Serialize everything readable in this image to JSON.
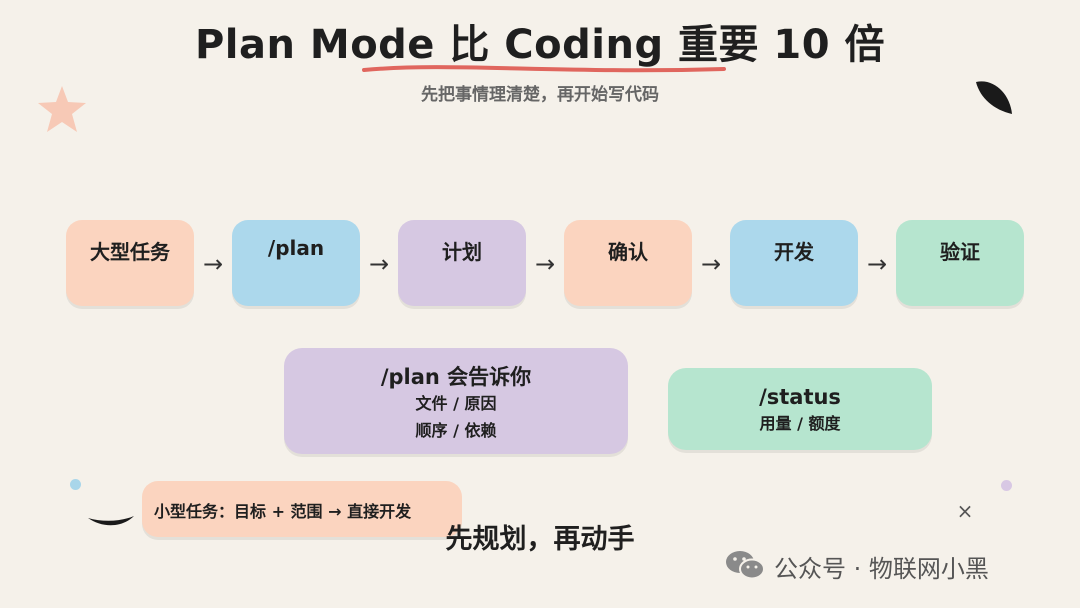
{
  "header": {
    "title": "Plan Mode 比 Coding 重要 10 倍",
    "subtitle": "先把事情理清楚，再开始写代码"
  },
  "flow": {
    "steps": [
      "大型任务",
      "/plan",
      "计划",
      "确认",
      "开发",
      "验证"
    ],
    "arrow": "→"
  },
  "plan_card": {
    "title": "/plan 会告诉你",
    "lines": [
      "文件 / 原因",
      "顺序 / 依赖"
    ]
  },
  "status_card": {
    "title": "/status",
    "line": "用量 / 额度"
  },
  "small_task": {
    "text": "小型任务：目标 + 范围 → 直接开发"
  },
  "slogan": "先规划，再动手",
  "close_symbol": "×",
  "watermark": "公众号 · 物联网小黑",
  "colors": {
    "peach": "#fbd4bf",
    "blue": "#acd8ec",
    "purple": "#d6c8e2",
    "mint": "#b6e5cf",
    "underline": "#e0665e",
    "background": "#f5f1ea"
  },
  "icons": [
    "star-icon",
    "leaf-icon",
    "close-icon",
    "wechat-icon"
  ]
}
